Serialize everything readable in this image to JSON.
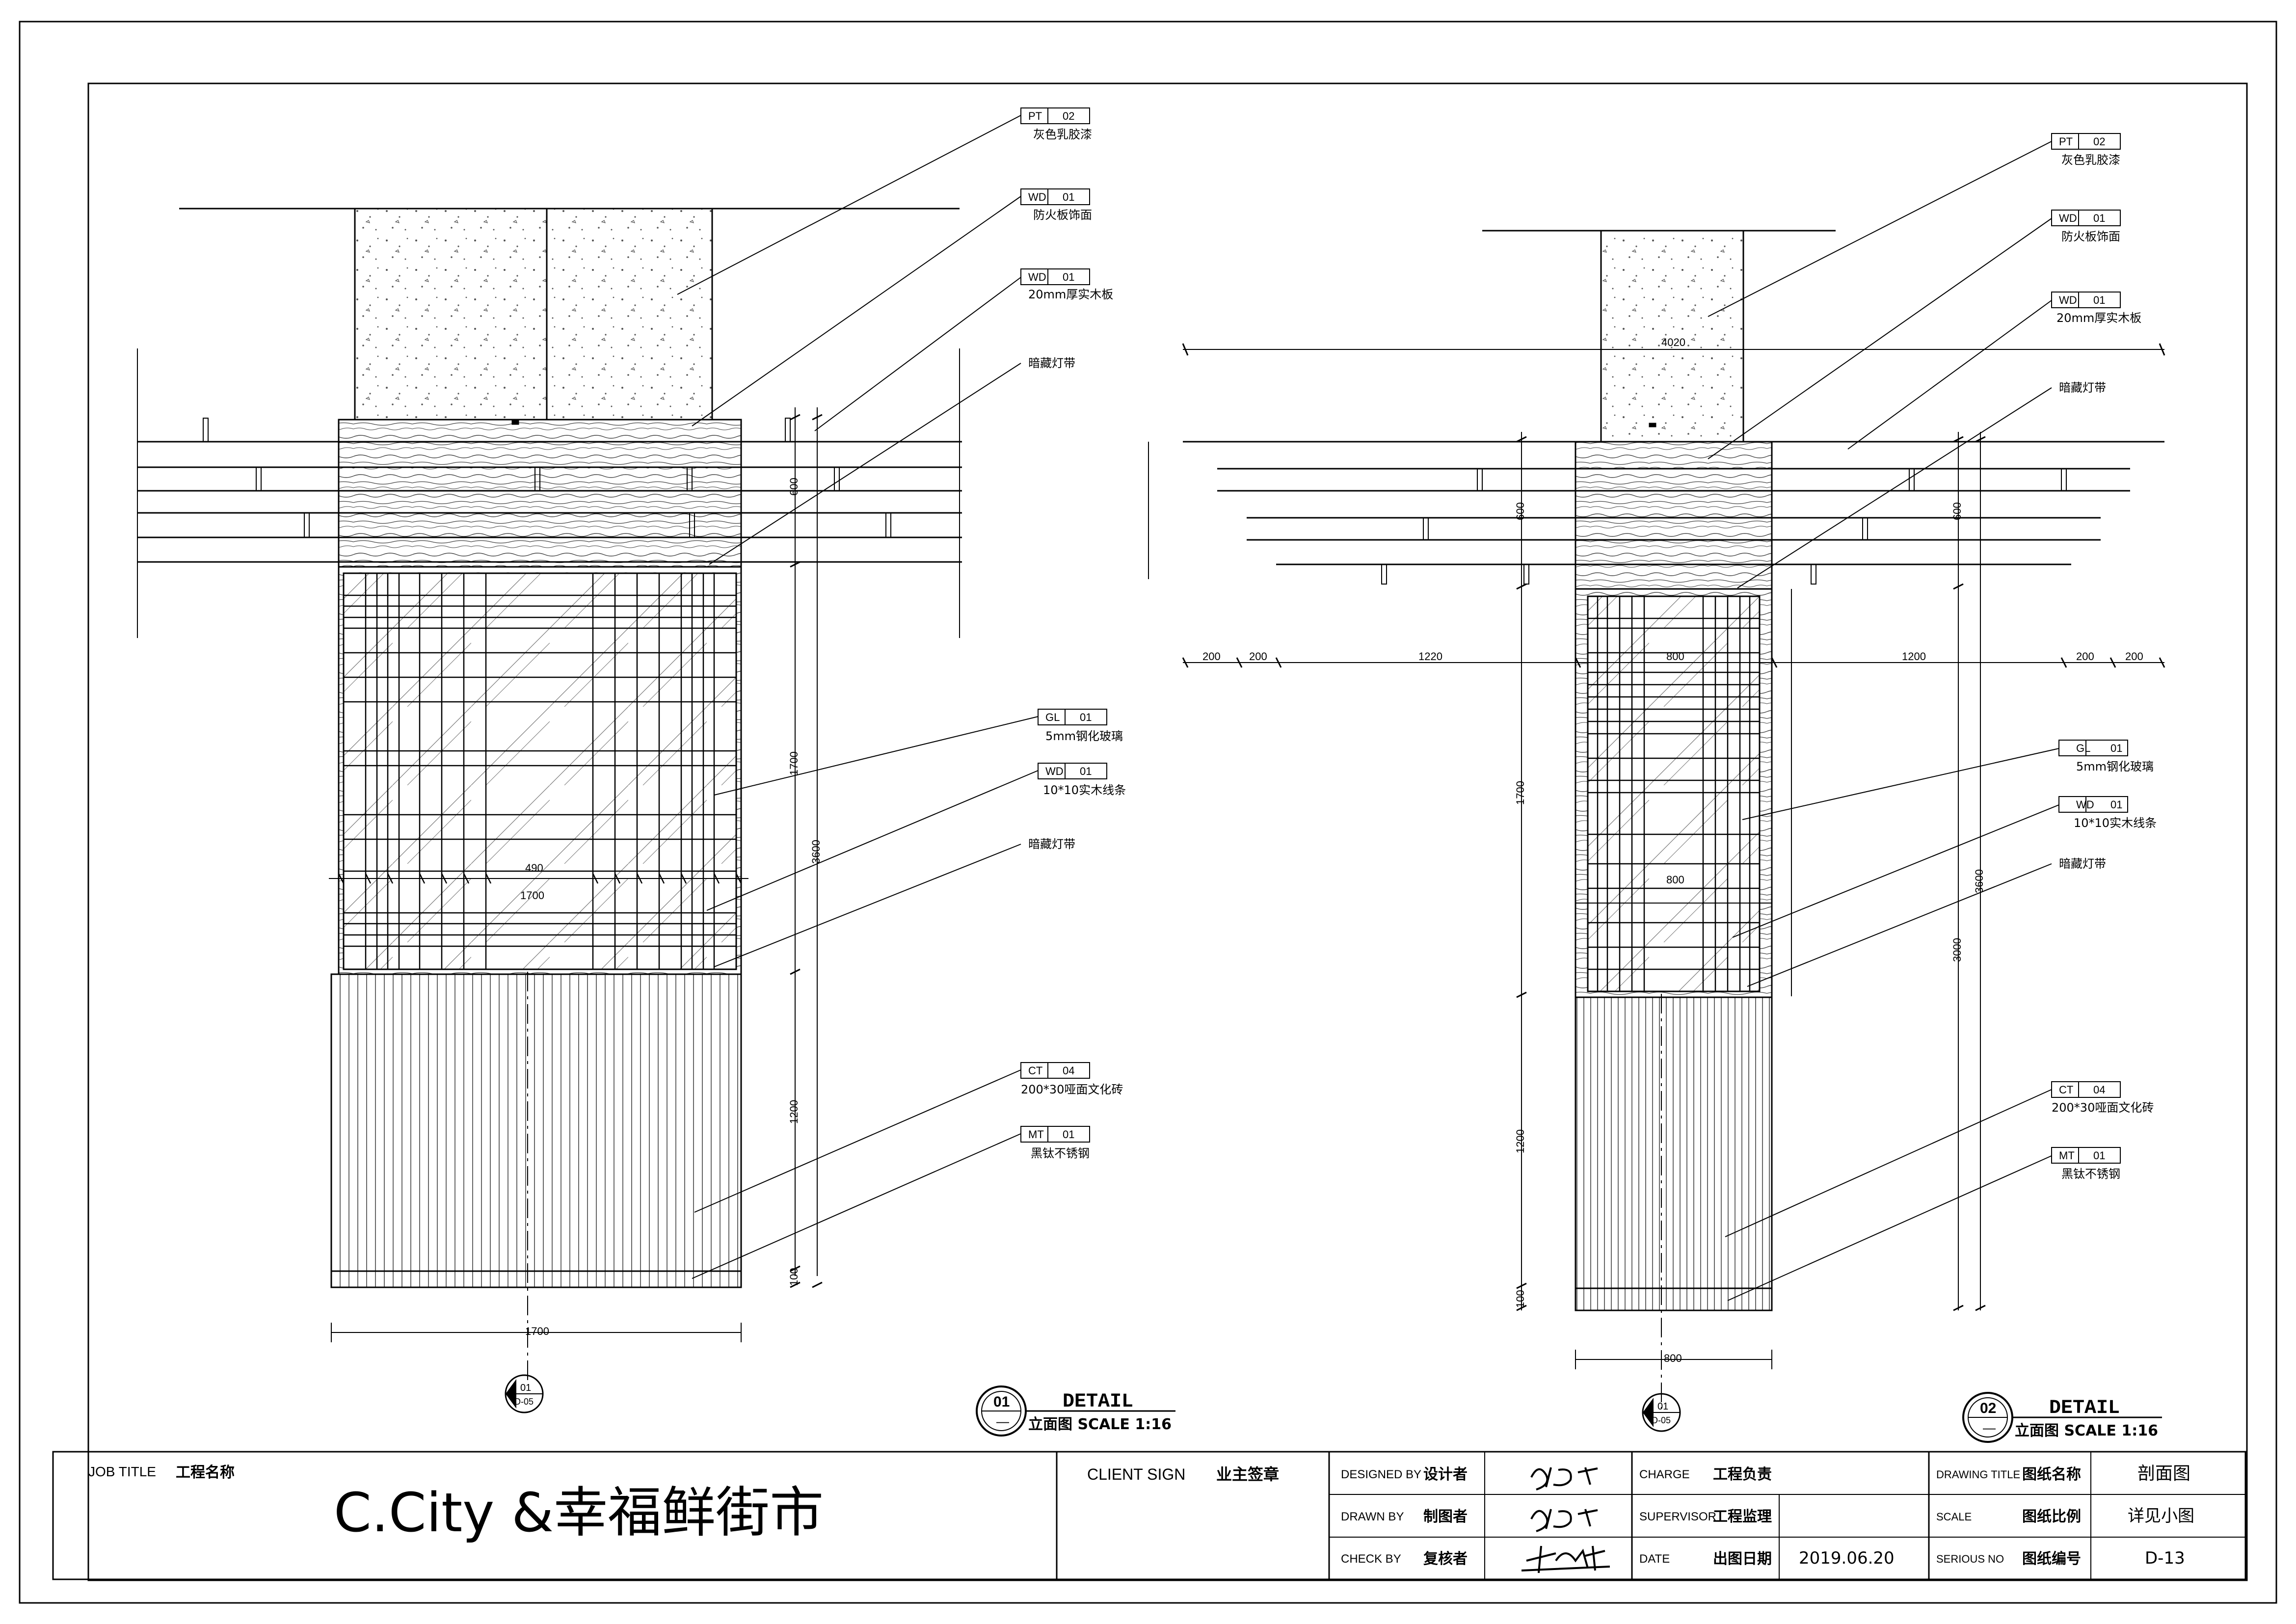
{
  "title_block": {
    "job_title_label": "JOB TITLE",
    "job_title_cn": "工程名称",
    "project_name": "C.City &幸福鲜街市",
    "client_sign_label": "CLIENT SIGN",
    "client_sign_cn": "业主签章",
    "designed_by_label": "DESIGNED BY",
    "designed_by_cn": "设计者",
    "drawn_by_label": "DRAWN BY",
    "drawn_by_cn": "制图者",
    "check_by_label": "CHECK BY",
    "check_by_cn": "复核者",
    "charge_label": "CHARGE",
    "charge_cn": "工程负责",
    "supervisor_label": "SUPERVISOR",
    "supervisor_cn": "工程监理",
    "date_label": "DATE",
    "date_cn": "出图日期",
    "date_value": "2019.06.20",
    "drawing_title_label": "DRAWING TITLE",
    "drawing_title_cn": "图纸名称",
    "drawing_title_value": "剖面图",
    "scale_label": "SCALE",
    "scale_cn": "图纸比例",
    "scale_value": "详见小图",
    "serious_no_label": "SERIOUS NO",
    "serious_no_cn": "图纸编号",
    "serious_no_value": "D-13"
  },
  "details": [
    {
      "num": "01",
      "sub": "—",
      "title": "DETAIL",
      "caption": "立面图 SCALE 1:16"
    },
    {
      "num": "02",
      "sub": "—",
      "title": "DETAIL",
      "caption": "立面图 SCALE 1:16"
    }
  ],
  "section_markers": [
    {
      "num": "01",
      "ref": "D-05"
    },
    {
      "num": "01",
      "ref": "D-05"
    }
  ],
  "left_tags": [
    {
      "code": "PT",
      "num": "02",
      "desc": "灰色乳胶漆"
    },
    {
      "code": "WD",
      "num": "01",
      "desc": "防火板饰面"
    },
    {
      "code": "WD",
      "num": "01",
      "desc": "20mm厚实木板"
    },
    {
      "code": "",
      "num": "",
      "desc": "暗藏灯带"
    },
    {
      "code": "GL",
      "num": "01",
      "desc": "5mm钢化玻璃"
    },
    {
      "code": "WD",
      "num": "01",
      "desc": "10*10实木线条"
    },
    {
      "code": "",
      "num": "",
      "desc": "暗藏灯带"
    },
    {
      "code": "CT",
      "num": "04",
      "desc": "200*30哑面文化砖"
    },
    {
      "code": "MT",
      "num": "01",
      "desc": "黑钛不锈钢"
    }
  ],
  "right_tags": [
    {
      "code": "PT",
      "num": "02",
      "desc": "灰色乳胶漆"
    },
    {
      "code": "WD",
      "num": "01",
      "desc": "防火板饰面"
    },
    {
      "code": "WD",
      "num": "01",
      "desc": "20mm厚实木板"
    },
    {
      "code": "",
      "num": "",
      "desc": "暗藏灯带"
    },
    {
      "code": "GL",
      "num": "01",
      "desc": "5mm钢化玻璃"
    },
    {
      "code": "WD",
      "num": "01",
      "desc": "10*10实木线条"
    },
    {
      "code": "",
      "num": "",
      "desc": "暗藏灯带"
    },
    {
      "code": "CT",
      "num": "04",
      "desc": "200*30哑面文化砖"
    },
    {
      "code": "MT",
      "num": "01",
      "desc": "黑钛不锈钢"
    }
  ],
  "dims": {
    "left_width": "1700",
    "left_width_mid": "1700",
    "left_mid_490": "490",
    "left_v_600": "600",
    "left_v_1700": "1700",
    "left_v_3600": "3600",
    "left_v_1200": "1200",
    "left_v_100": "100",
    "right_top": "4020",
    "right_seg": [
      "200",
      "200",
      "1220",
      "800",
      "1200",
      "200",
      "200"
    ],
    "right_width": "800",
    "right_width_mid": "800",
    "right_v_600": "600",
    "right_v_1700": "1700",
    "right_v_3600": "3600",
    "right_v_3000": "3000",
    "right_v_1200": "1200",
    "right_v_100": "100"
  }
}
